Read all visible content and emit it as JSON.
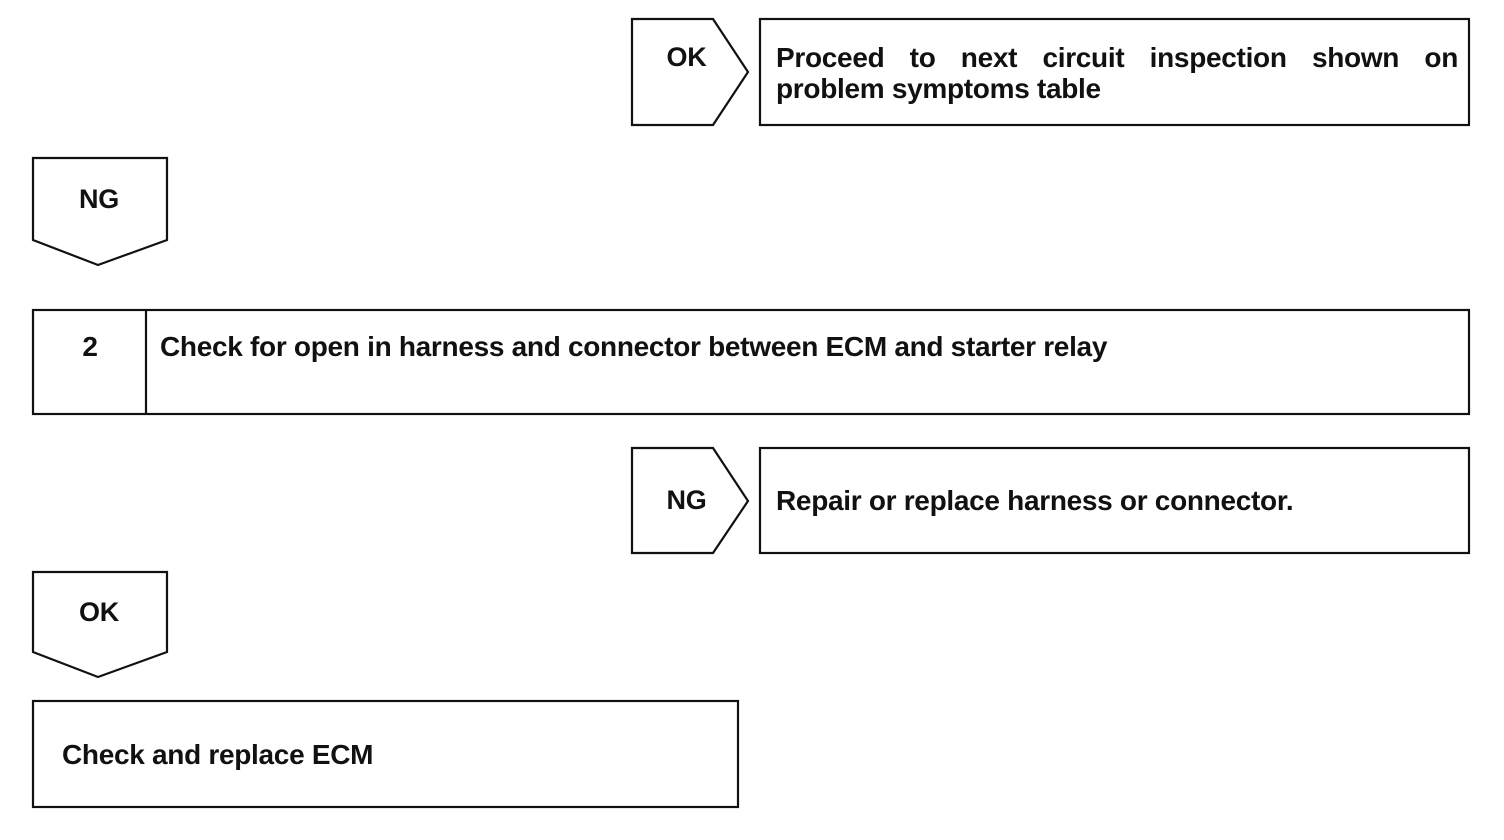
{
  "flow": {
    "ok_tag_1": "OK",
    "proceed_text": "Proceed to next circuit inspection shown on problem symptoms table",
    "ng_tag_1": "NG",
    "step_number": "2",
    "step_text": "Check for open in harness and connector between ECM and starter relay",
    "ng_tag_2": "NG",
    "repair_text": "Repair or replace harness or connector.",
    "ok_tag_2": "OK",
    "final_text": "Check and replace ECM"
  }
}
